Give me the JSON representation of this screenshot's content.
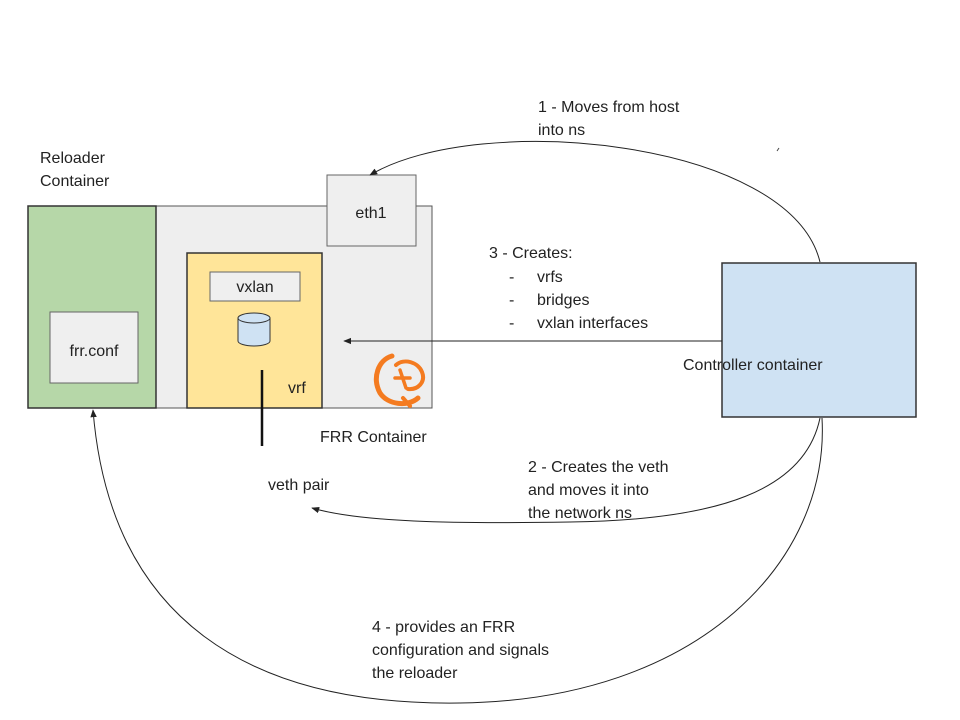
{
  "colors": {
    "reloader_fill": "#b6d7a8",
    "frr_fill": "#eeeeee",
    "vrf_fill": "#ffe599",
    "controller_fill": "#cfe2f3",
    "box_fill": "#efefef",
    "stroke": "#333333",
    "logo": "#f47b20"
  },
  "reloader": {
    "label_line1": "Reloader",
    "label_line2": "Container",
    "file": "frr.conf"
  },
  "frr": {
    "label": "FRR Container",
    "eth": "eth1",
    "vxlan": "vxlan",
    "vrf": "vrf",
    "logo_icon": "frr-logo-icon"
  },
  "veth": {
    "label": "veth pair"
  },
  "controller": {
    "label": "Controller container"
  },
  "steps": {
    "step1": {
      "line1": "1 - Moves from host",
      "line2": "into ns"
    },
    "step2": {
      "line1": "2 - Creates the veth",
      "line2": "and moves it into",
      "line3": "the network ns"
    },
    "step3": {
      "title": "3 - Creates:",
      "items": [
        "vrfs",
        "bridges",
        "vxlan interfaces"
      ]
    },
    "step4": {
      "line1": "4 - provides an FRR",
      "line2": "configuration and signals",
      "line3": "the reloader"
    }
  }
}
